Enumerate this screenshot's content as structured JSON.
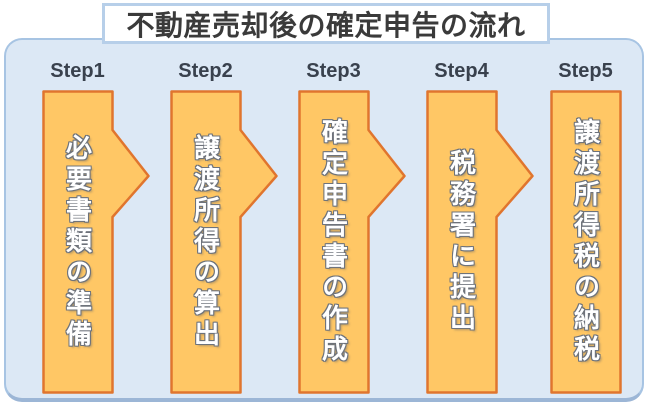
{
  "title": "不動産売却後の確定申告の流れ",
  "steps": [
    {
      "label": "Step1",
      "text": "必要書類の準備"
    },
    {
      "label": "Step2",
      "text": "譲渡所得の算出"
    },
    {
      "label": "Step3",
      "text": "確定申告書の作成"
    },
    {
      "label": "Step4",
      "text": "税務署に提出"
    },
    {
      "label": "Step5",
      "text": "譲渡所得税の納税"
    }
  ],
  "colors": {
    "panel_fill": "#dce8f5",
    "panel_border": "#a7c4e3",
    "panel_border_bottom": "#9cb6d6",
    "step_fill": "#ffc765",
    "step_border": "#e0752e",
    "title_border": "#b7cfe9",
    "title_text": "#3a3a3a",
    "step_label_text": "#39414d"
  }
}
